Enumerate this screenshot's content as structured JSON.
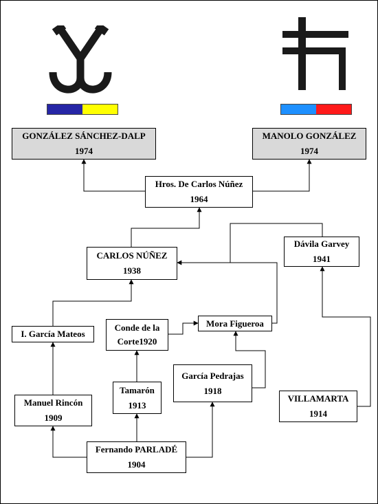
{
  "brands": [
    {
      "name": "ganaderia-brand-left",
      "icon": "ancla-brand-icon",
      "flag": [
        "#2626a6",
        "#ffff00"
      ]
    },
    {
      "name": "ganaderia-brand-right",
      "icon": "cross-brand-icon",
      "flag": [
        "#1e90ff",
        "#ff1a1a"
      ]
    }
  ],
  "nodes": {
    "gonzalez_sanchez_dalp": {
      "name": "GONZÁLEZ SÁNCHEZ-DALP",
      "year": "1974"
    },
    "manolo_gonzalez": {
      "name": "MANOLO GONZÁLEZ",
      "year": "1974"
    },
    "hros_carlos_nunez": {
      "name": "Hros. De Carlos Núñez",
      "year": "1964"
    },
    "carlos_nunez": {
      "name": "CARLOS NÚÑEZ",
      "year": "1938"
    },
    "davila_garvey": {
      "name": "Dávila Garvey",
      "year": "1941"
    },
    "i_garcia_mateos": {
      "name": "I. García Mateos"
    },
    "conde_de_la_corte": {
      "name": "Conde de la",
      "year": "Corte1920"
    },
    "mora_figueroa": {
      "name": "Mora Figueroa"
    },
    "garcia_pedrajas": {
      "name": "García Pedrajas",
      "year": "1918"
    },
    "tamaron": {
      "name": "Tamarón",
      "year": "1913"
    },
    "manuel_rincon": {
      "name": "Manuel Rincón",
      "year": "1909"
    },
    "villamarta": {
      "name": "VILLAMARTA",
      "year": "1914"
    },
    "fernando_parlade": {
      "name": "Fernando PARLADÉ",
      "year": "1904"
    }
  }
}
